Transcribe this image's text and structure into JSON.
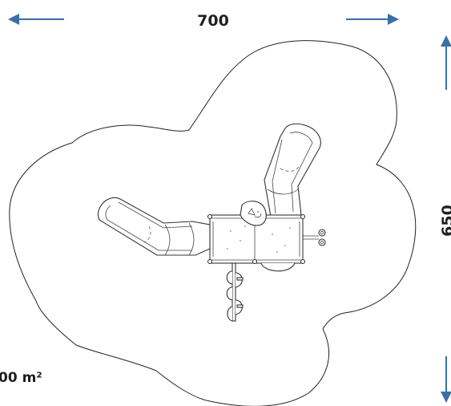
{
  "diagram": {
    "width_label": "700",
    "height_label": "650",
    "area_label": "00 m²",
    "arrow_color": "#3b6fa8",
    "outline_color": "#222222"
  }
}
